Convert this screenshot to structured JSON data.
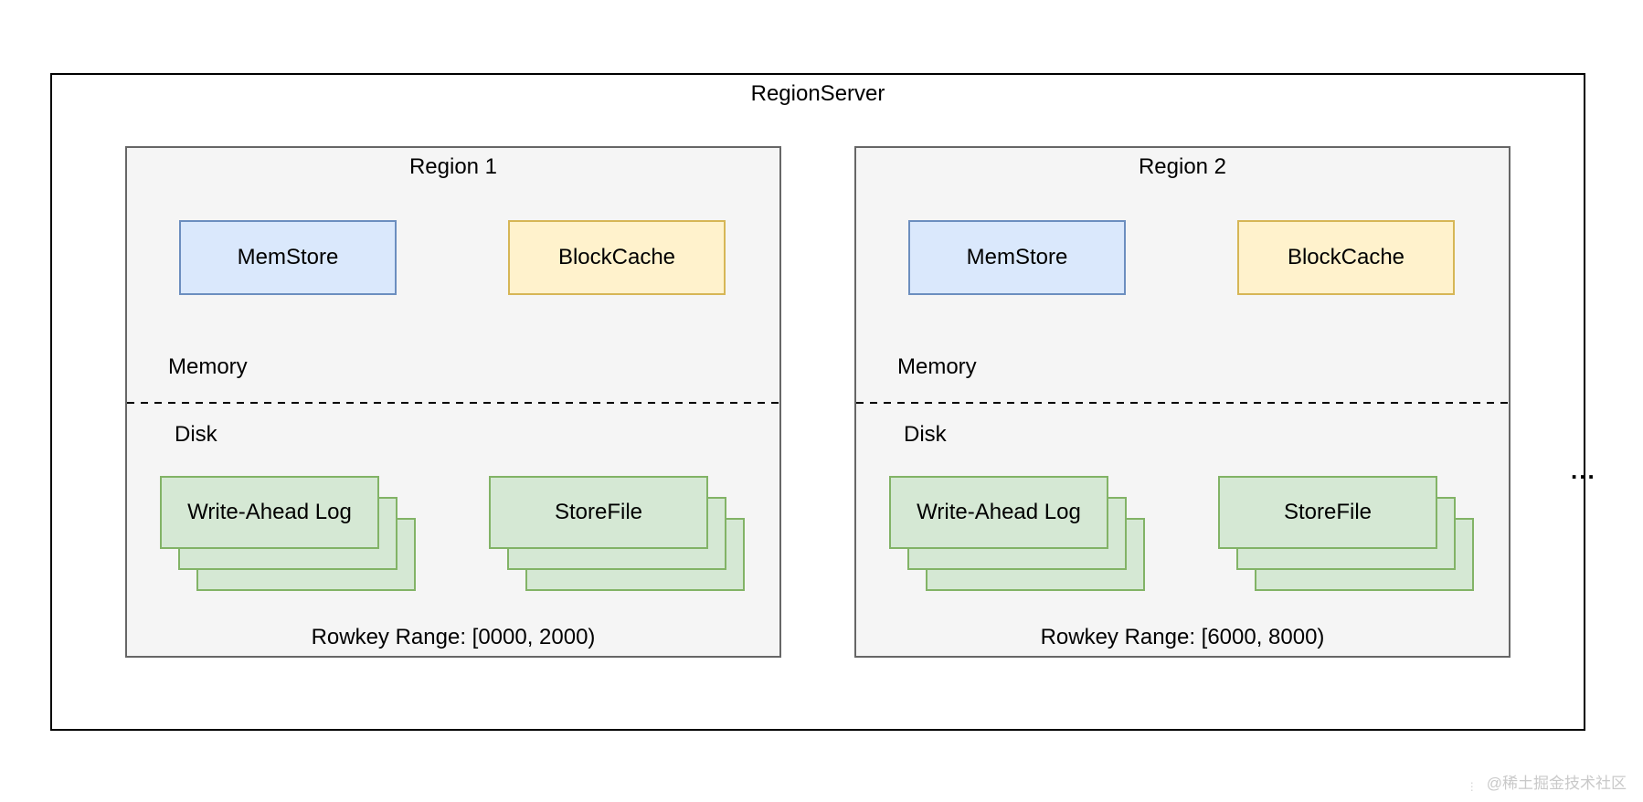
{
  "diagram": {
    "title": "RegionServer",
    "ellipsis": "...",
    "regions": [
      {
        "title": "Region 1",
        "memstore_label": "MemStore",
        "blockcache_label": "BlockCache",
        "memory_label": "Memory",
        "disk_label": "Disk",
        "wal_label": "Write-Ahead Log",
        "storefile_label": "StoreFile",
        "rowkey_range": "Rowkey Range: [0000, 2000)"
      },
      {
        "title": "Region 2",
        "memstore_label": "MemStore",
        "blockcache_label": "BlockCache",
        "memory_label": "Memory",
        "disk_label": "Disk",
        "wal_label": "Write-Ahead Log",
        "storefile_label": "StoreFile",
        "rowkey_range": "Rowkey Range: [6000, 8000)"
      }
    ],
    "colors": {
      "outer_border": "#000000",
      "region_fill": "#f5f5f5",
      "region_border": "#666666",
      "memstore_fill": "#dae8fc",
      "memstore_border": "#6c8ebf",
      "blockcache_fill": "#fff2cc",
      "blockcache_border": "#d6b656",
      "file_fill": "#d5e8d4",
      "file_border": "#82b366"
    }
  },
  "watermark": {
    "dots": "⋮",
    "text": "@稀土掘金技术社区"
  }
}
